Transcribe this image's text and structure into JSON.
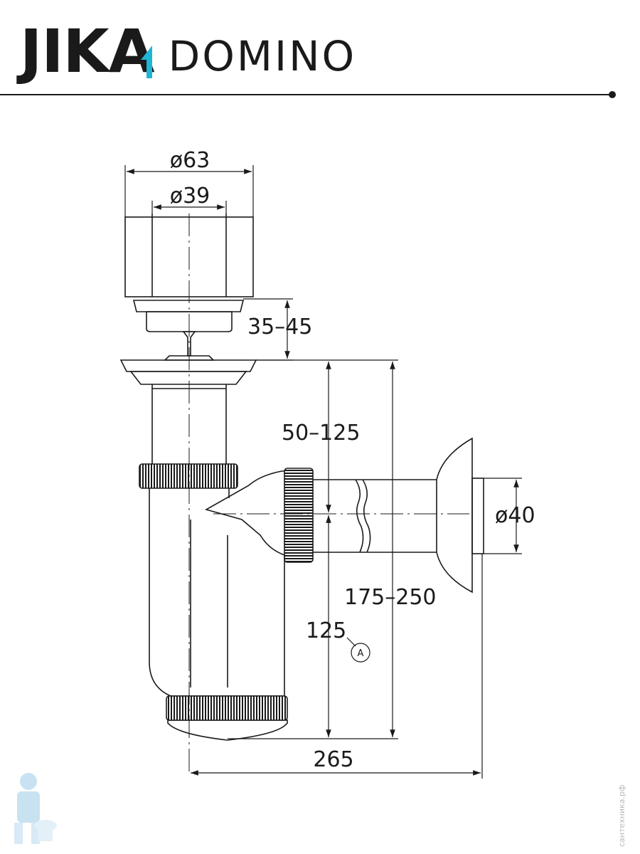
{
  "brand": {
    "name": "JIKA",
    "product": "DOMINO",
    "accent_color": "#1fb5d4",
    "ink_color": "#1a1a1a"
  },
  "dimensions": {
    "outer_diameter": "ø63",
    "inner_diameter": "ø39",
    "plug_gap": "35–45",
    "inlet_height": "50–125",
    "outlet_diameter": "ø40",
    "total_height": "175–250",
    "lower_height": "125",
    "width": "265"
  },
  "callout": {
    "label": "A"
  },
  "watermark": {
    "text": "сантехника.рф"
  },
  "mascot": {
    "icon": "plumber-mascot-icon"
  }
}
